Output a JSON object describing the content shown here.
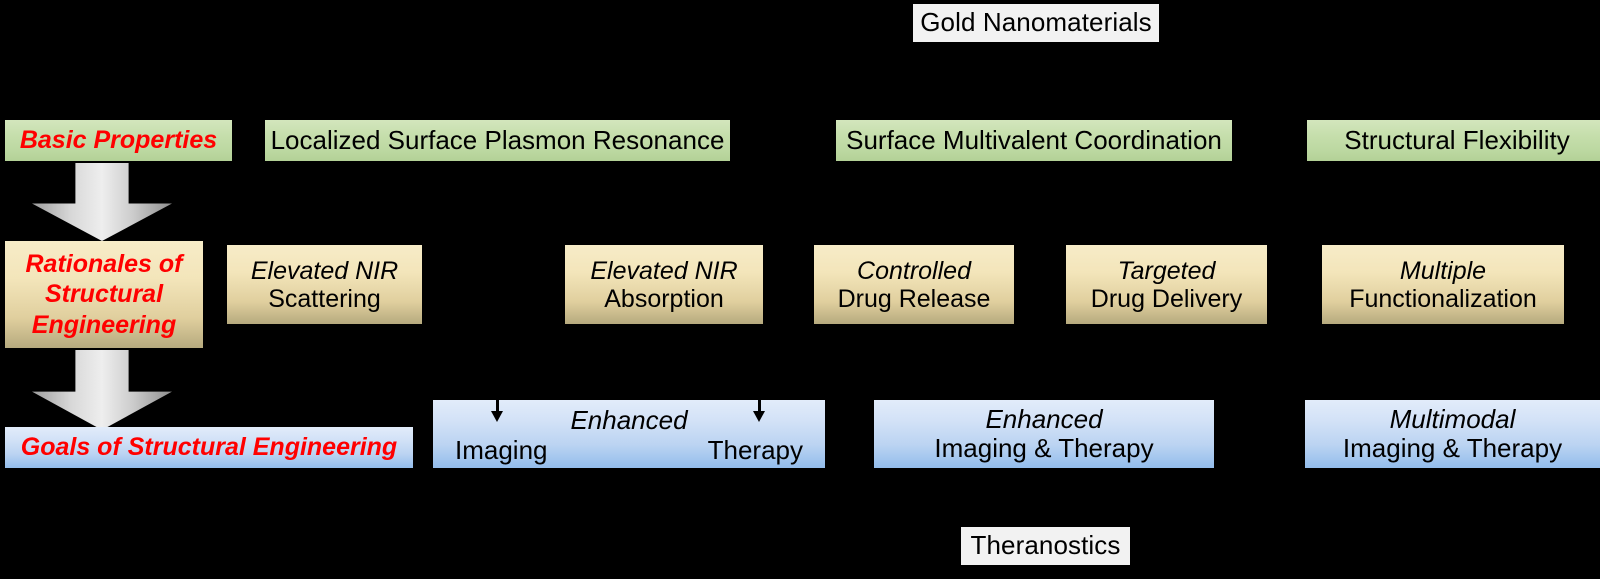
{
  "diagram": {
    "title_box": {
      "label": "Gold Nanomaterials"
    },
    "footer_box": {
      "label": "Theranostics"
    },
    "row_labels": {
      "basic_properties": "Basic Properties",
      "rationales": "Rationales of Structural Engineering",
      "goals": "Goals of Structural Engineering"
    },
    "properties_row": [
      {
        "label": "Localized Surface Plasmon Resonance"
      },
      {
        "label": "Surface Multivalent Coordination"
      },
      {
        "label": "Structural Flexibility"
      }
    ],
    "rationales_row": [
      {
        "emphasis": "Elevated NIR",
        "detail": "Scattering"
      },
      {
        "emphasis": "Elevated NIR",
        "detail": "Absorption"
      },
      {
        "emphasis": "Controlled",
        "detail": "Drug Release"
      },
      {
        "emphasis": "Targeted",
        "detail": "Drug Delivery"
      },
      {
        "emphasis": "Multiple",
        "detail": "Functionalization"
      }
    ],
    "goals_row": [
      {
        "emphasis": "Enhanced",
        "left_detail": "Imaging",
        "right_detail": "Therapy"
      },
      {
        "emphasis": "Enhanced",
        "detail": "Imaging & Therapy"
      },
      {
        "emphasis": "Multimodal",
        "detail": "Imaging & Therapy"
      }
    ],
    "colors": {
      "background": "#000000",
      "white_box": "#f2f2f2",
      "green_box": "#c5deab",
      "tan_box": "#eddfae",
      "blue_box": "#c9ddf5",
      "label_red": "#ff0000",
      "arrow_gray": "#cccccc",
      "text_black": "#000000"
    }
  }
}
